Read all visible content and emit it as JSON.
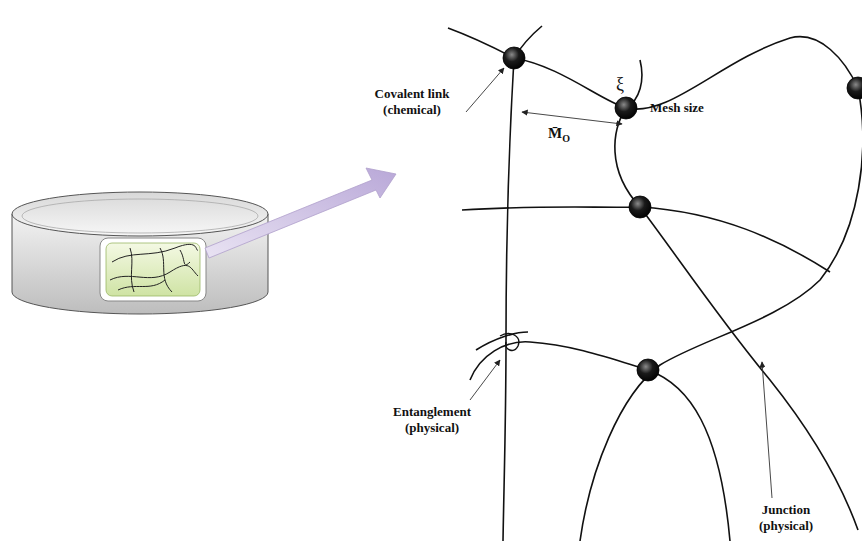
{
  "diagram": {
    "labels": [
      "Covalent link (chemical)",
      "M̄O",
      "ξ",
      "Mesh size",
      "Entanglement (physical)",
      "Junction (physical)"
    ]
  }
}
